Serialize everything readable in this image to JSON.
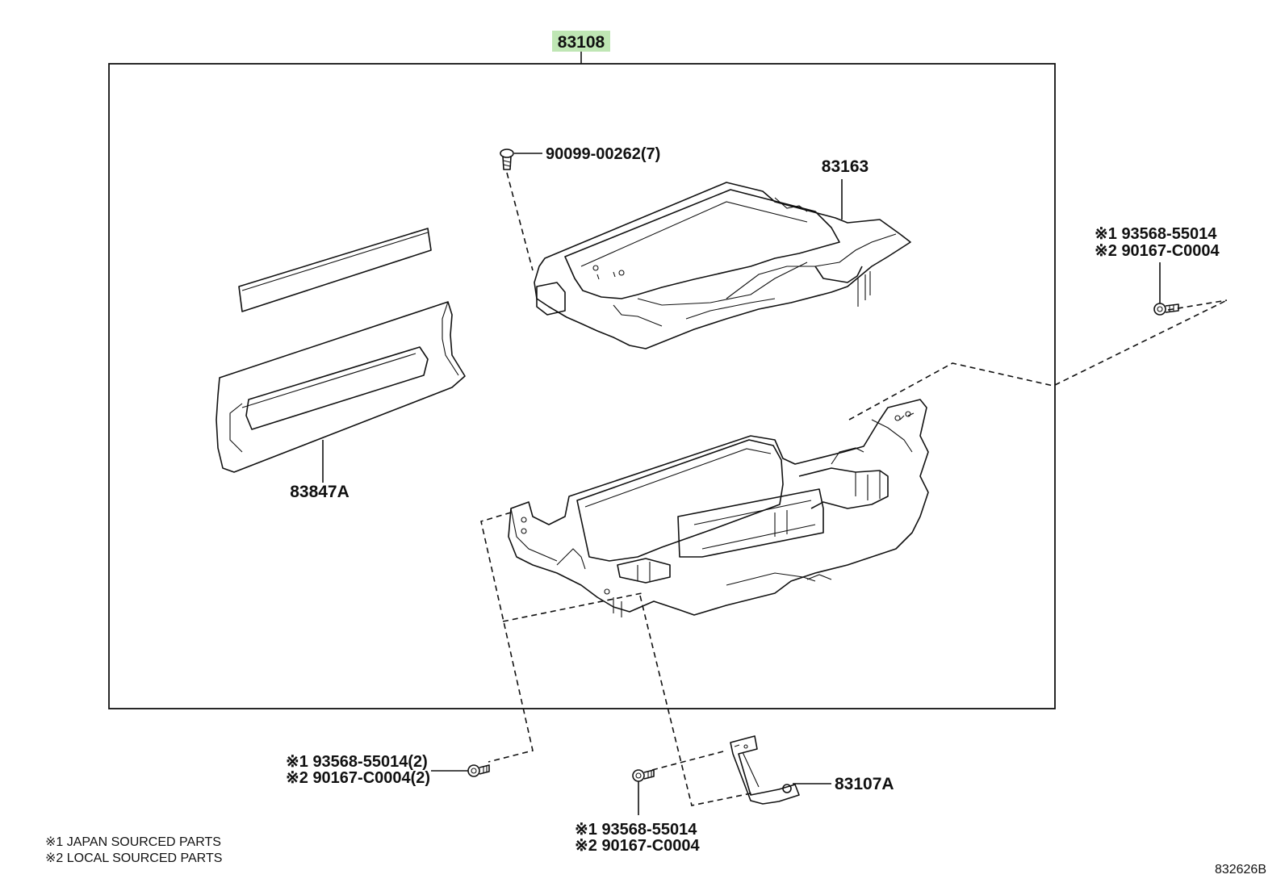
{
  "diagram": {
    "assembly_number": "83108",
    "highlight_color": "#bfe6b4",
    "parts": {
      "screw_top": "90099-00262(7)",
      "upper_housing": "83163",
      "lens_panel": "83847A",
      "bracket": "83107A"
    },
    "clip_right": {
      "line1": "※1 93568-55014",
      "line2": "※2 90167-C0004"
    },
    "clip_bottom_left": {
      "line1": "※1 93568-55014(2)",
      "line2": "※2 90167-C0004(2)"
    },
    "clip_bottom_center": {
      "line1": "※1 93568-55014",
      "line2": "※2 90167-C0004"
    },
    "legend": {
      "note1": "※1 JAPAN SOURCED PARTS",
      "note2": "※2 LOCAL SOURCED PARTS"
    },
    "illustration_code": "832626B"
  }
}
